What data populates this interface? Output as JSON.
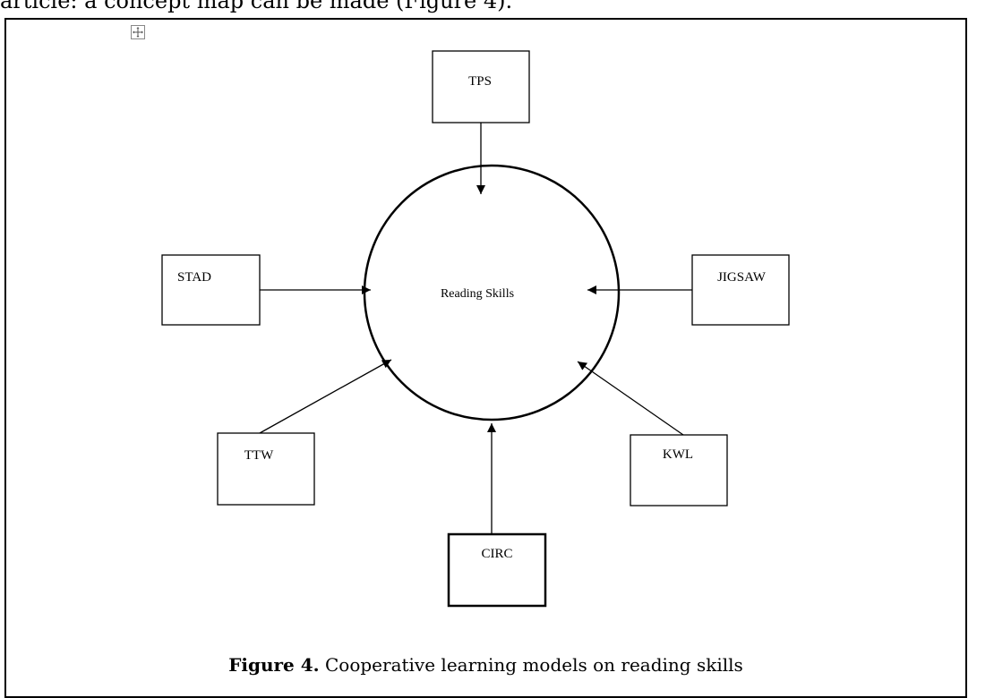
{
  "document": {
    "top_text": "article: a concept map can be made (Figure 4)."
  },
  "diagram": {
    "center": "Reading Skills",
    "nodes": {
      "tps": "TPS",
      "stad": "STAD",
      "jigsaw": "JIGSAW",
      "ttw": "TTW",
      "kwl": "KWL",
      "circ": "CIRC"
    }
  },
  "caption": {
    "label": "Figure 4.",
    "text": " Cooperative learning models on reading skills"
  },
  "icons": {
    "move": "move-handle-icon"
  }
}
